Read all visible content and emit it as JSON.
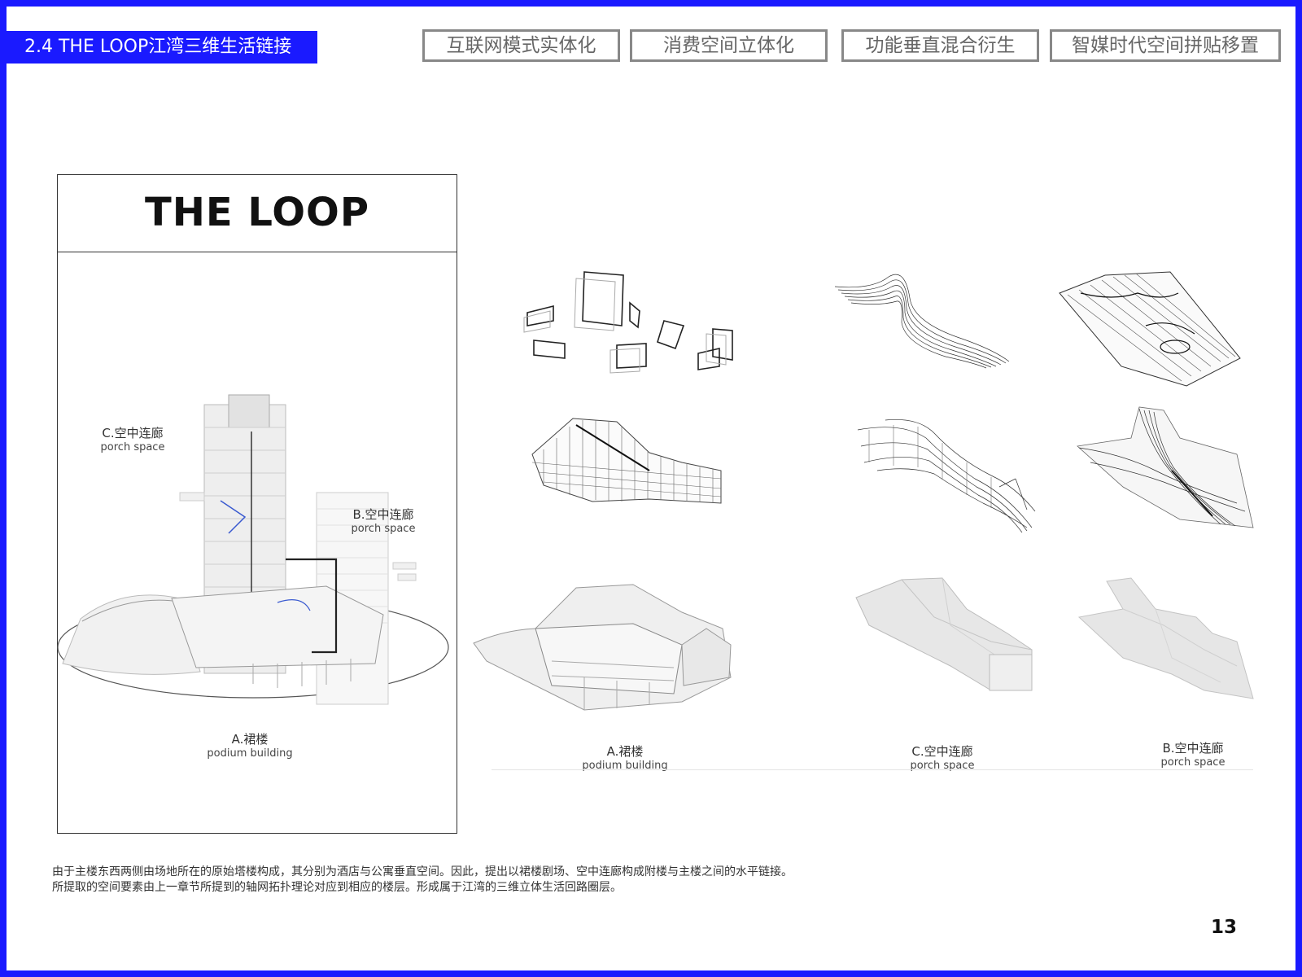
{
  "header": {
    "section_title": "2.4 THE LOOP江湾三维生活链接",
    "tabs": [
      "互联网模式实体化",
      "消费空间立体化",
      "功能垂直混合衍生",
      "智媒时代空间拼贴移置"
    ]
  },
  "panel": {
    "title": "THE LOOP",
    "labels": {
      "c": {
        "cn": "C.空中连廊",
        "en": "porch space"
      },
      "b": {
        "cn": "B.空中连廊",
        "en": "porch space"
      },
      "a": {
        "cn": "A.裙楼",
        "en": "podium building"
      }
    }
  },
  "columns": [
    {
      "cn": "A.裙楼",
      "en": "podium building"
    },
    {
      "cn": "C.空中连廊",
      "en": "porch space"
    },
    {
      "cn": "B.空中连廊",
      "en": "porch space"
    }
  ],
  "description": [
    "由于主楼东西两侧由场地所在的原始塔楼构成，其分别为酒店与公寓垂直空间。因此，提出以裙楼剧场、空中连廊构成附楼与主楼之间的水平链接。",
    "所提取的空间要素由上一章节所提到的轴网拓扑理论对应到相应的楼层。形成属于江湾的三维立体生活回路圈层。"
  ],
  "page_number": "13",
  "colors": {
    "accent": "#1a1aff",
    "tab_border": "#888888",
    "line": "#333333"
  }
}
